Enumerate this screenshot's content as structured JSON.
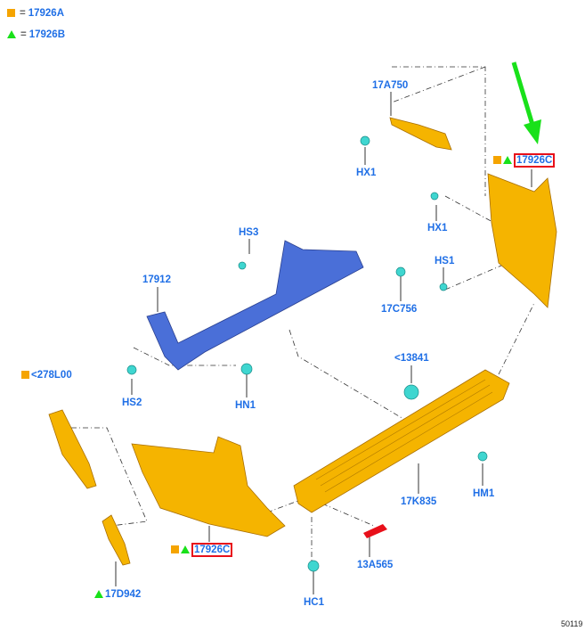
{
  "legend": [
    {
      "marker": "square",
      "color": "#f5a400",
      "code": "17926A"
    },
    {
      "marker": "triangle",
      "color": "#19e11a",
      "code": "17926B"
    }
  ],
  "legend_equals": "=",
  "labels": {
    "a17A750": "17A750",
    "hx1_top": "HX1",
    "c17926_right": "17926C",
    "hx1_mid": "HX1",
    "hs3": "HS3",
    "hs1": "HS1",
    "p17912": "17912",
    "p17C756": "17C756",
    "p13841": "<13841",
    "p278L00": "<278L00",
    "hs2": "HS2",
    "hn1": "HN1",
    "hm1": "HM1",
    "p17K835": "17K835",
    "c17926_left": "17926C",
    "p13A565": "13A565",
    "p17D942": "17D942",
    "hc1": "HC1"
  },
  "reference_number": "50119",
  "colors": {
    "label": "#1f6fe6",
    "highlight": "#e8101a",
    "part": "#f5b400",
    "crossmember": "#4a6fd8",
    "fastener": "#3fd6d0",
    "arrow": "#19e11a"
  }
}
